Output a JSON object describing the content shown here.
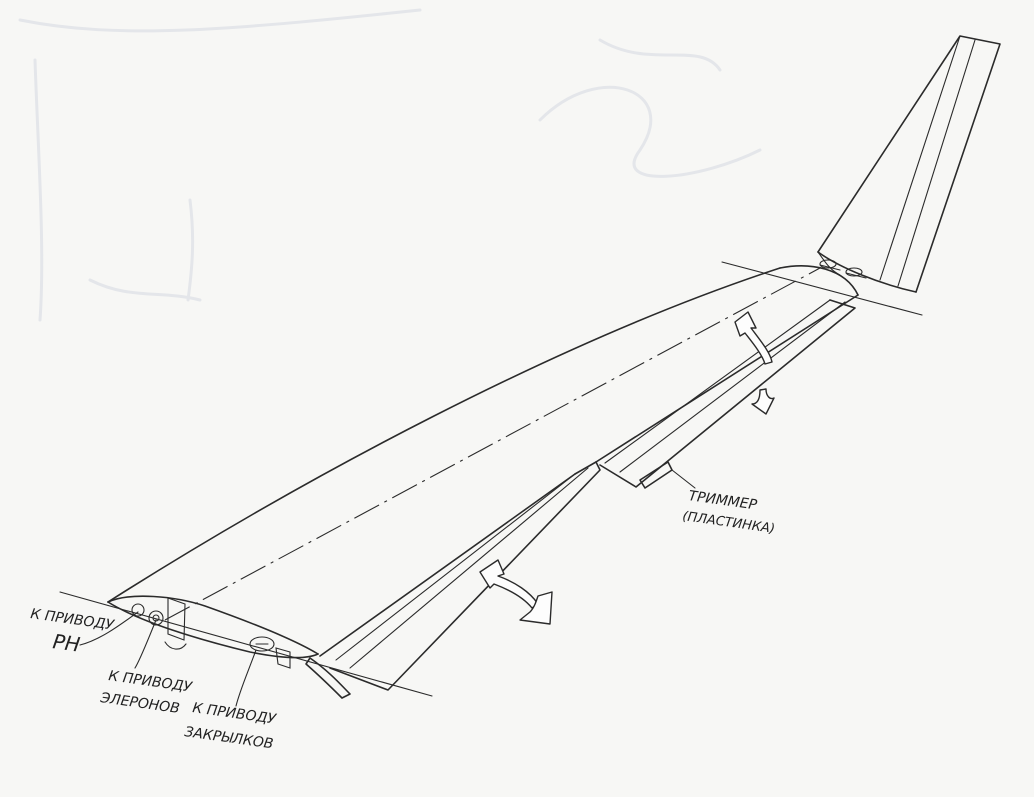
{
  "labels": {
    "trimmer": "ТРИММЕР",
    "trimmer_note": "(ПЛАСТИНКА)",
    "rudder_drive_1": "К ПРИВОДУ",
    "rudder_drive_2": "РН",
    "aileron_drive_1": "К ПРИВОДУ",
    "aileron_drive_2": "ЭЛЕРОНОВ",
    "flap_drive_1": "К ПРИВОДУ",
    "flap_drive_2": "ЗАКРЫЛКОВ"
  },
  "colors": {
    "paper": "#f7f7f5",
    "ink": "#2b2b2b"
  },
  "icons": {
    "aileron_arrow": "curved-double-arrow",
    "flap_arrow": "curved-double-arrow"
  }
}
